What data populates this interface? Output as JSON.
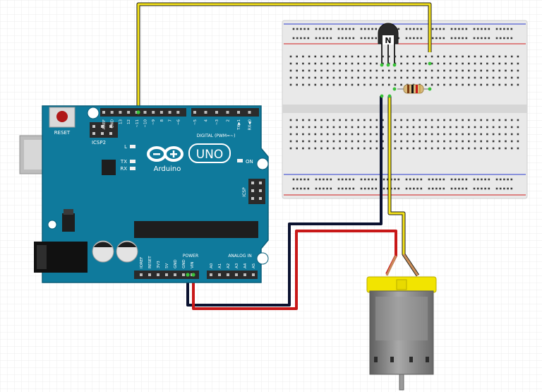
{
  "arduino": {
    "brand": "Arduino",
    "model": "UNO",
    "reset_label": "RESET",
    "icsp2_label": "ICSP2",
    "icsp_label": "ICSP",
    "led_l": "L",
    "led_tx": "TX",
    "led_rx": "RX",
    "on_label": "ON",
    "digital_label": "DIGITAL (PWM=~)",
    "power_label": "POWER",
    "analog_label": "ANALOG IN",
    "top_pins": [
      "AREF",
      "GND",
      "13",
      "12",
      "~11",
      "~10",
      "~9",
      "8",
      "7",
      "~6",
      "~5",
      "4",
      "~3",
      "2",
      "TX▶1",
      "RX◀0"
    ],
    "power_pins": [
      "IOREF",
      "RESET",
      "3V3",
      "5V",
      "GND",
      "GND",
      "VIN"
    ],
    "analog_pins": [
      "A0",
      "A1",
      "A2",
      "A3",
      "A4",
      "A5"
    ],
    "colors": {
      "board": "#0f7a9c",
      "board_dark": "#0b5f7a",
      "silk": "#ffffff",
      "header": "#2b2b2b"
    }
  },
  "breadboard": {
    "colors": {
      "body": "#e9e9e9",
      "hole": "#3a3a3a",
      "rail_red": "#d11c1c",
      "rail_blue": "#2a3ad0"
    }
  },
  "transistor": {
    "label": "N"
  },
  "wires": {
    "colors": {
      "signal": "#f4e21a",
      "ground": "#0b1230",
      "power": "#c81818"
    }
  },
  "motor": {
    "colors": {
      "cap": "#f2e400",
      "body": "#8a8a8a"
    }
  }
}
